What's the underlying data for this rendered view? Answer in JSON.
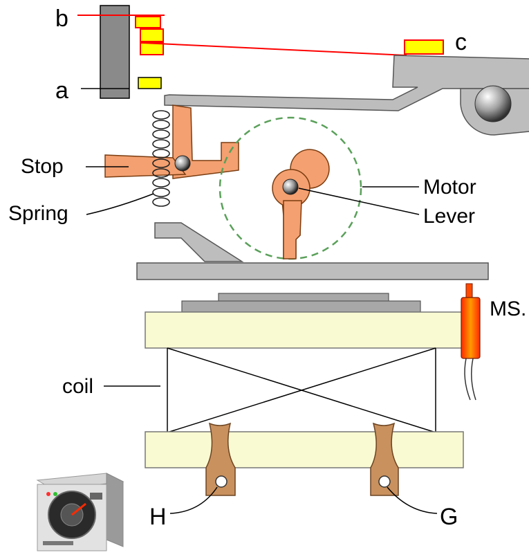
{
  "labels": {
    "a": "a",
    "b": "b",
    "c": "c",
    "stop": "Stop",
    "spring": "Spring",
    "motor": "Motor",
    "lever": "Lever",
    "ms": "MS.",
    "coil": "coil",
    "h": "H",
    "g": "G"
  },
  "colors": {
    "metal_gray": "#bdbdbd",
    "dark_gray": "#707070",
    "orange_part": "#f4a070",
    "contact_yellow": "#ffff00",
    "contact_red": "#ff0000",
    "coil_core": "#fafad2",
    "terminal_brown": "#c9915e",
    "motor_circle": "#5aa05a",
    "outline": "#000000"
  }
}
